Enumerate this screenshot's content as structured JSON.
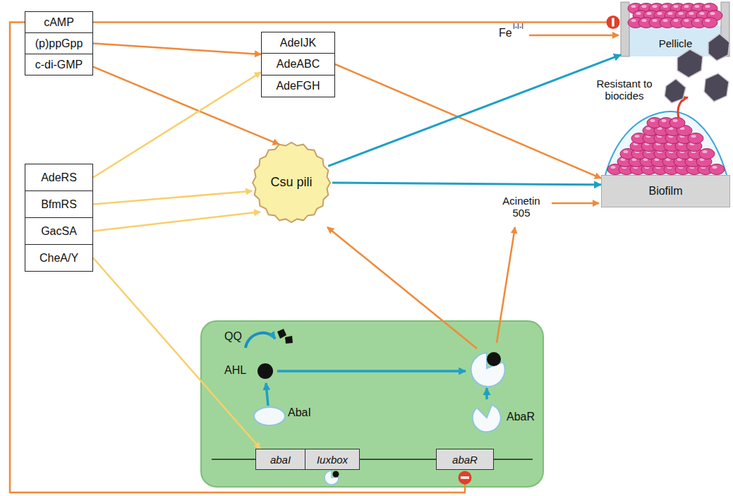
{
  "diagram": {
    "nodes": [
      {
        "text": [
          "cAMP"
        ]
      },
      {
        "text": [
          "(p)ppGpp"
        ]
      },
      {
        "text": [
          "c-di-GMP"
        ]
      },
      {
        "text": [
          "AdeIJK"
        ]
      },
      {
        "text": [
          "AdeABC"
        ]
      },
      {
        "text": [
          "AdeFGH"
        ]
      },
      {
        "text": [
          "AdeRS"
        ]
      },
      {
        "text": [
          "BfmRS"
        ]
      },
      {
        "text": [
          "GacSA"
        ]
      },
      {
        "text": [
          "CheA/Y"
        ]
      },
      {
        "text": [
          "Csu pili"
        ]
      },
      {
        "text": [
          "Pellicle"
        ]
      },
      {
        "text": [
          "Biofilm"
        ]
      },
      {
        "text": [
          "abaI"
        ]
      },
      {
        "text": [
          "Iuxbox"
        ]
      },
      {
        "text": [
          "abaR"
        ]
      }
    ],
    "edges": [
      {
        "from": 0,
        "to": 11,
        "arrow": "to"
      },
      {
        "from": 1,
        "to": 4,
        "arrow": "to"
      },
      {
        "from": 2,
        "to": 10,
        "arrow": "to"
      },
      {
        "from": 6,
        "to": 4,
        "arrow": "to"
      },
      {
        "from": 7,
        "to": 10,
        "arrow": "to"
      },
      {
        "from": 8,
        "to": 10,
        "arrow": "to"
      },
      {
        "from": 9,
        "to": 13,
        "arrow": "to"
      },
      {
        "from": 4,
        "to": 12,
        "arrow": "to"
      },
      {
        "from": 10,
        "to": 11,
        "arrow": "to"
      },
      {
        "from": 10,
        "to": 12,
        "arrow": "to"
      },
      {
        "from": 0,
        "to": 15,
        "arrow": "to"
      }
    ],
    "labels": [
      "Fe",
      "I-I-I",
      "Resistant to biocides",
      "Acinetin 505",
      "QQ",
      "AHL",
      "AbaI",
      "AbaR"
    ]
  }
}
